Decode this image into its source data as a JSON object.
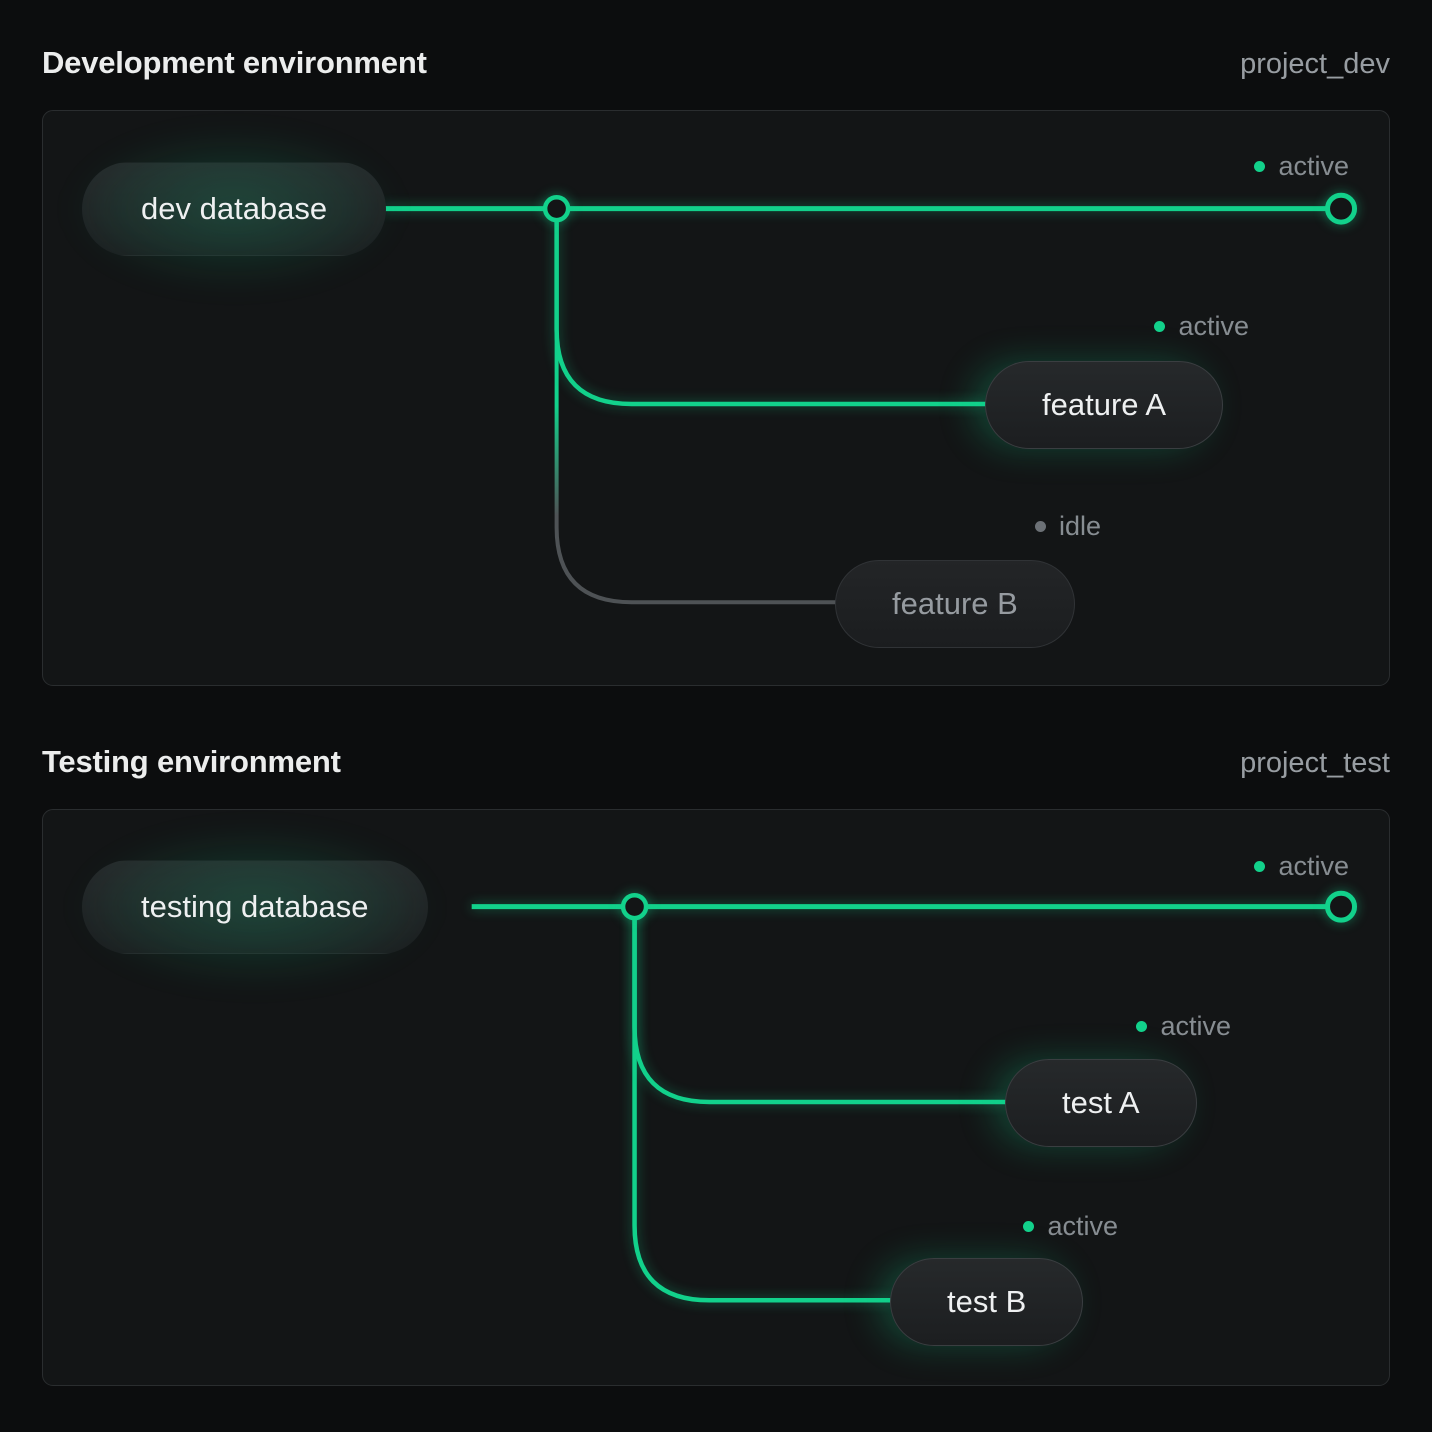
{
  "colors": {
    "accent_green": "#12d18b",
    "idle_line_gray": "#4e5255",
    "panel_background": "#131516",
    "panel_border": "#2a2d2f",
    "page_background": "#0c0d0e",
    "status_text": "#878d92"
  },
  "panels": [
    {
      "title": "Development environment",
      "project": "project_dev",
      "trunk_status": "active",
      "database": {
        "label": "dev database",
        "status": "active"
      },
      "branches": [
        {
          "label": "feature A",
          "status": "active"
        },
        {
          "label": "feature B",
          "status": "idle"
        }
      ]
    },
    {
      "title": "Testing environment",
      "project": "project_test",
      "trunk_status": "active",
      "database": {
        "label": "testing database",
        "status": "active"
      },
      "branches": [
        {
          "label": "test A",
          "status": "active"
        },
        {
          "label": "test B",
          "status": "active"
        }
      ]
    }
  ]
}
